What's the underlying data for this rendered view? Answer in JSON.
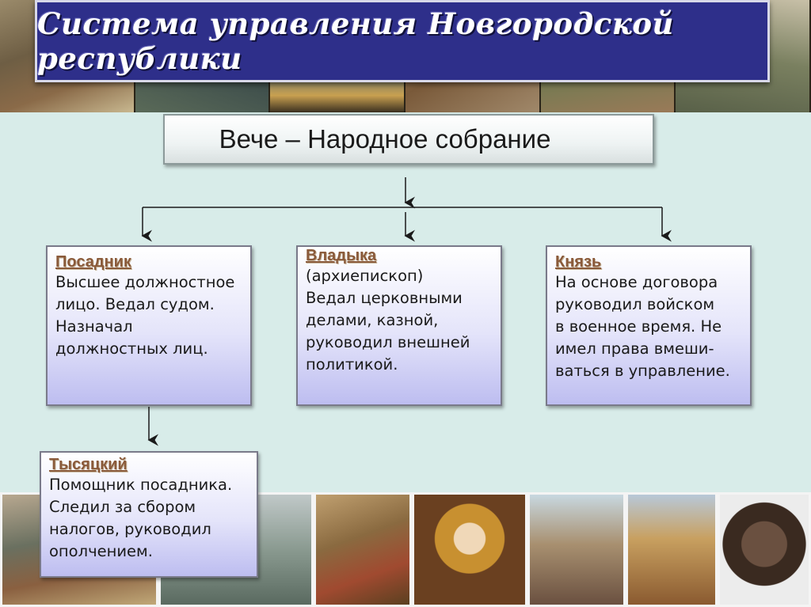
{
  "title": "Система управления Новгородской республики",
  "veche": "Вече – Народное собрание",
  "posadnik": {
    "heading": "Посадник ",
    "body": "Высшее должностное\nлицо. Ведал судом.\nНазначал\nдолжностных лиц."
  },
  "vladyka": {
    "heading": "Владыка",
    "body": "(архиепископ)\nВедал церковными\nделами, казной,\nруководил внешней\nполитикой."
  },
  "knyaz": {
    "heading": "Князь ",
    "body": "На основе договора\nруководил войском\nв военное время. Не\nимел права вмеши-\nваться в управление."
  },
  "tysyatsky": {
    "heading": "Тысяцкий",
    "body": "Помощник посадника.\nСледил за сбором\nналогов, руководил\nополчением."
  },
  "colors": {
    "title_banner": "#2e2f8a",
    "panel": "#d8ece9",
    "heading_text": "#8a5a3a",
    "box_gradient_bottom": "#bdbdf0"
  }
}
